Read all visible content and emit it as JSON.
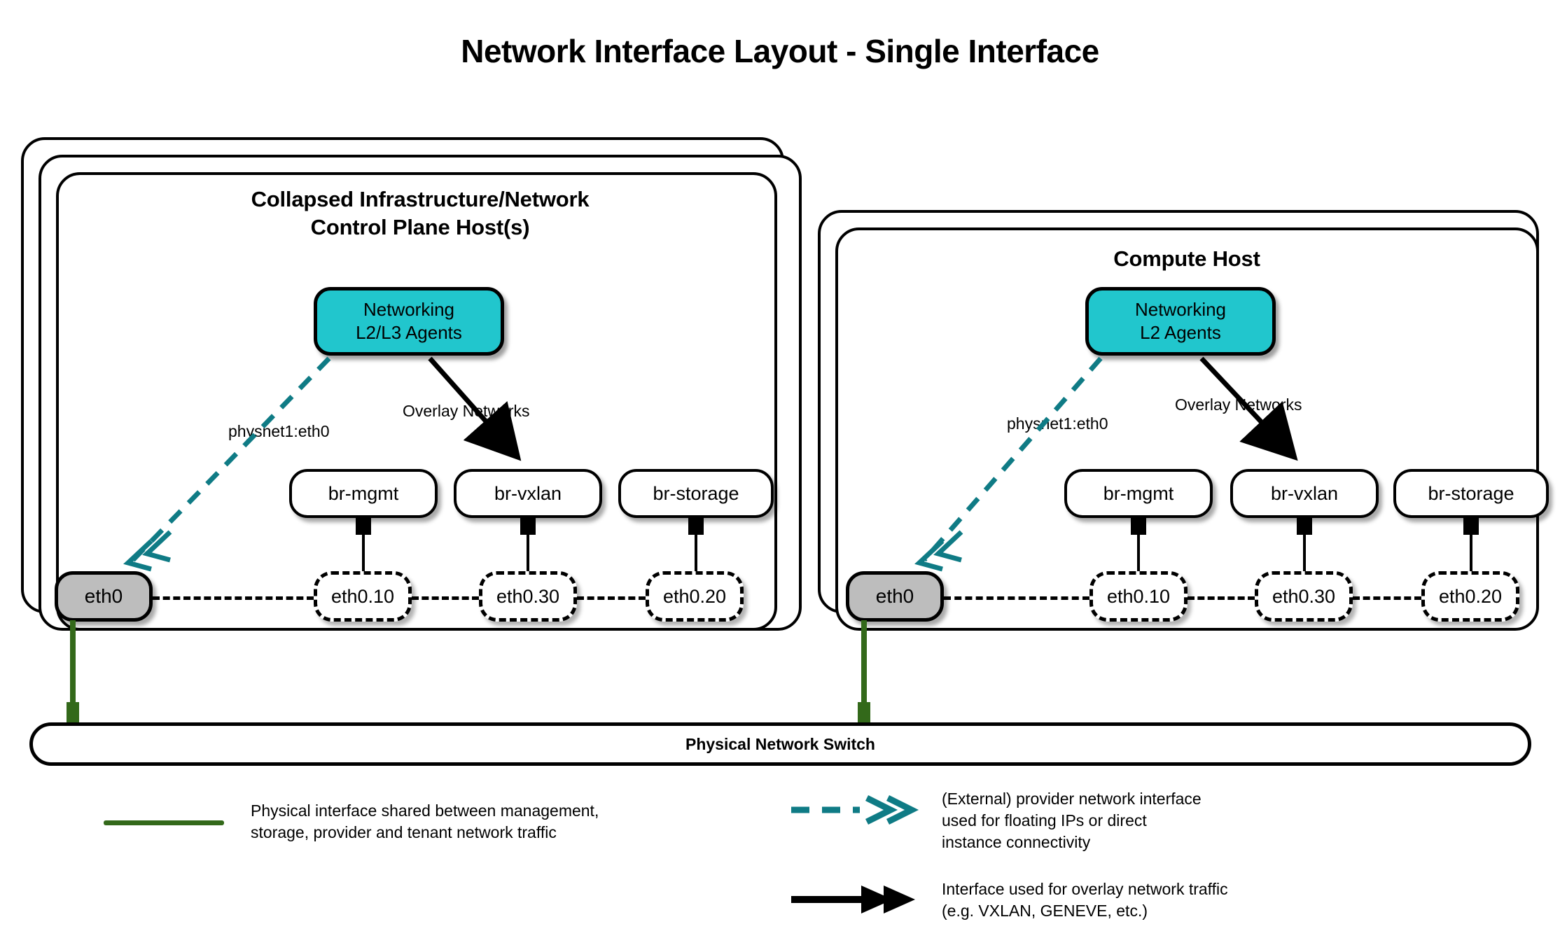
{
  "title": "Network Interface Layout - Single Interface",
  "colors": {
    "agent_fill": "#21c6cd",
    "eth0_fill": "#bdbdbd",
    "physical_green": "#33691a",
    "provider_teal": "#0f7b85",
    "overlay_black": "#000000"
  },
  "hosts": [
    {
      "id": "control-plane",
      "title_line1": "Collapsed Infrastructure/Network",
      "title_line2": "Control Plane Host(s)",
      "stack_count": 3,
      "agent": {
        "line1": "Networking",
        "line2": "L2/L3 Agents"
      },
      "edge_labels": {
        "provider": "physnet1:eth0",
        "overlay": "Overlay Networks"
      },
      "physical_interface": "eth0",
      "bridges": [
        {
          "bridge": "br-mgmt",
          "vlan": "eth0.10"
        },
        {
          "bridge": "br-vxlan",
          "vlan": "eth0.30"
        },
        {
          "bridge": "br-storage",
          "vlan": "eth0.20"
        }
      ]
    },
    {
      "id": "compute",
      "title_line1": "Compute Host",
      "title_line2": "",
      "stack_count": 2,
      "agent": {
        "line1": "Networking",
        "line2": "L2 Agents"
      },
      "edge_labels": {
        "provider": "physnet1:eth0",
        "overlay": "Overlay Networks"
      },
      "physical_interface": "eth0",
      "bridges": [
        {
          "bridge": "br-mgmt",
          "vlan": "eth0.10"
        },
        {
          "bridge": "br-vxlan",
          "vlan": "eth0.30"
        },
        {
          "bridge": "br-storage",
          "vlan": "eth0.20"
        }
      ]
    }
  ],
  "switch": {
    "label": "Physical Network Switch"
  },
  "legend": [
    {
      "id": "physical",
      "style": "solid-green-line",
      "line1": "Physical interface shared between management,",
      "line2": "storage, provider and tenant network traffic",
      "line3": ""
    },
    {
      "id": "provider",
      "style": "dashed-teal-double-arrow",
      "line1": "(External) provider network interface",
      "line2": "used for floating IPs or direct",
      "line3": "instance connectivity"
    },
    {
      "id": "overlay",
      "style": "solid-black-double-arrow",
      "line1": "Interface used for overlay network traffic",
      "line2": "(e.g. VXLAN, GENEVE, etc.)",
      "line3": ""
    }
  ]
}
